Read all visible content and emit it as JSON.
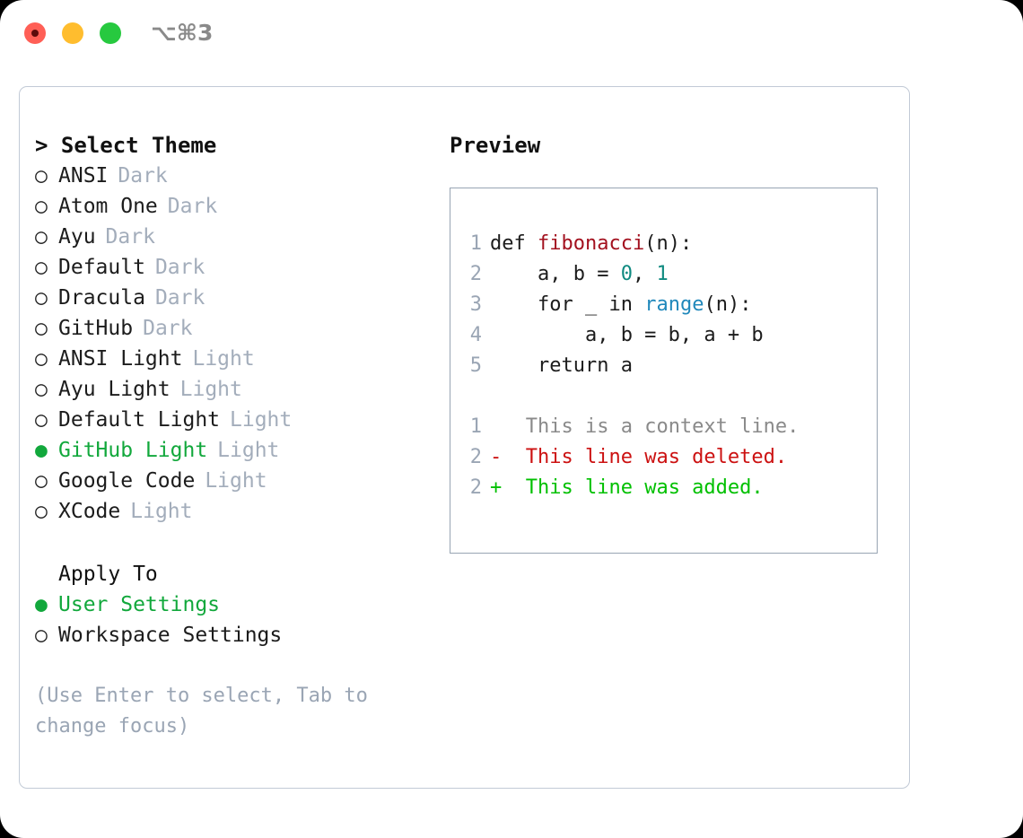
{
  "window": {
    "shortcut": "⌥⌘3",
    "traffic_lights": [
      {
        "name": "close",
        "color": "#ff5f56"
      },
      {
        "name": "minimize",
        "color": "#ffbd2e"
      },
      {
        "name": "maximize",
        "color": "#27c93f"
      }
    ]
  },
  "theme_picker": {
    "title": "> Select Theme",
    "items": [
      {
        "bullet": "○",
        "name": "ANSI",
        "tag": "Dark",
        "selected": false
      },
      {
        "bullet": "○",
        "name": "Atom One",
        "tag": "Dark",
        "selected": false
      },
      {
        "bullet": "○",
        "name": "Ayu",
        "tag": "Dark",
        "selected": false
      },
      {
        "bullet": "○",
        "name": "Default",
        "tag": "Dark",
        "selected": false
      },
      {
        "bullet": "○",
        "name": "Dracula",
        "tag": "Dark",
        "selected": false
      },
      {
        "bullet": "○",
        "name": "GitHub",
        "tag": "Dark",
        "selected": false
      },
      {
        "bullet": "○",
        "name": "ANSI Light",
        "tag": "Light",
        "selected": false
      },
      {
        "bullet": "○",
        "name": "Ayu Light",
        "tag": "Light",
        "selected": false
      },
      {
        "bullet": "○",
        "name": "Default Light",
        "tag": "Light",
        "selected": false
      },
      {
        "bullet": "●",
        "name": "GitHub Light",
        "tag": "Light",
        "selected": true
      },
      {
        "bullet": "○",
        "name": "Google Code",
        "tag": "Light",
        "selected": false
      },
      {
        "bullet": "○",
        "name": "XCode",
        "tag": "Light",
        "selected": false
      }
    ]
  },
  "apply_to": {
    "title": "Apply To",
    "options": [
      {
        "bullet": "●",
        "label": "User Settings",
        "selected": true
      },
      {
        "bullet": "○",
        "label": "Workspace Settings",
        "selected": false
      }
    ]
  },
  "hint": "(Use Enter to select, Tab to change focus)",
  "preview": {
    "title": "Preview",
    "code_lines": [
      {
        "num": "1",
        "tokens": [
          {
            "t": "def ",
            "c": "kw"
          },
          {
            "t": "fibonacci",
            "c": "fn"
          },
          {
            "t": "(n):",
            "c": "plain"
          }
        ]
      },
      {
        "num": "2",
        "tokens": [
          {
            "t": "    a, b = ",
            "c": "plain"
          },
          {
            "t": "0",
            "c": "num"
          },
          {
            "t": ", ",
            "c": "plain"
          },
          {
            "t": "1",
            "c": "num"
          }
        ]
      },
      {
        "num": "3",
        "tokens": [
          {
            "t": "    for ",
            "c": "kw"
          },
          {
            "t": "_ ",
            "c": "plain"
          },
          {
            "t": "in ",
            "c": "kw"
          },
          {
            "t": "range",
            "c": "call"
          },
          {
            "t": "(n):",
            "c": "plain"
          }
        ]
      },
      {
        "num": "4",
        "tokens": [
          {
            "t": "        a, b = b, a + b",
            "c": "plain"
          }
        ]
      },
      {
        "num": "5",
        "tokens": [
          {
            "t": "    return a",
            "c": "kw"
          }
        ]
      }
    ],
    "diff_lines": [
      {
        "num": "1",
        "marker": " ",
        "text": "This is a context line.",
        "kind": "ctx"
      },
      {
        "num": "2",
        "marker": "-",
        "text": "This line was deleted.",
        "kind": "del"
      },
      {
        "num": "2",
        "marker": "+",
        "text": "This line was added.",
        "kind": "add"
      }
    ]
  },
  "colors": {
    "accent_green": "#12a83c",
    "tag_gray": "#a3adbb",
    "hint_gray": "#9aa5b4",
    "panel_border": "#c2cad6",
    "preview_border": "#98a5b3",
    "diff_delete": "#cc1111",
    "diff_add": "#00c000",
    "syntax_function": "#a3111f",
    "syntax_number": "#0f8a80",
    "syntax_call": "#2088bb"
  }
}
